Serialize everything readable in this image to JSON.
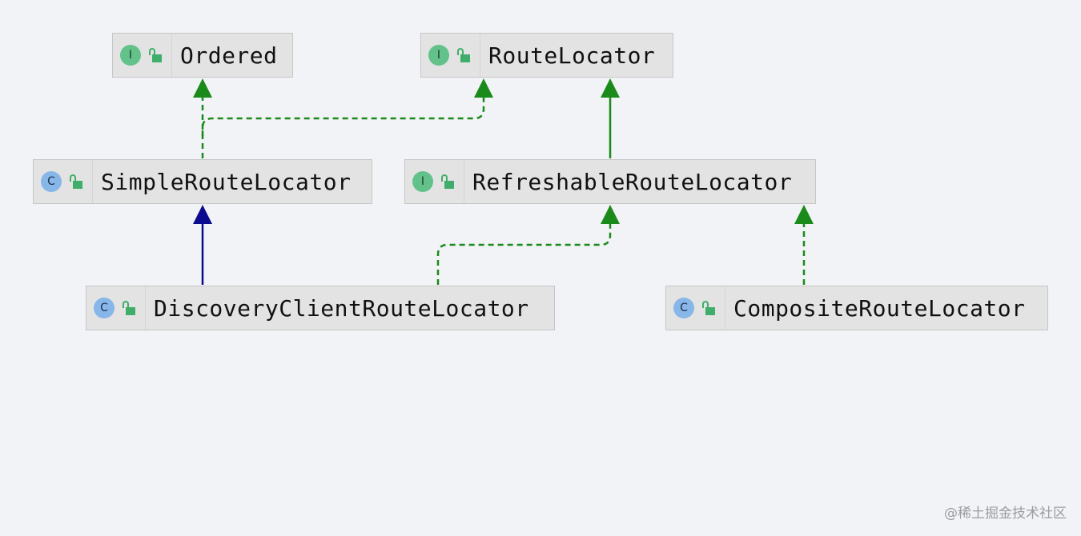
{
  "diagram": {
    "nodes": [
      {
        "id": "ordered",
        "kind": "interface",
        "kind_letter": "I",
        "label": "Ordered"
      },
      {
        "id": "route-locator",
        "kind": "interface",
        "kind_letter": "I",
        "label": "RouteLocator"
      },
      {
        "id": "simple-route-locator",
        "kind": "class",
        "kind_letter": "C",
        "label": "SimpleRouteLocator"
      },
      {
        "id": "refreshable-route-locator",
        "kind": "interface",
        "kind_letter": "I",
        "label": "RefreshableRouteLocator"
      },
      {
        "id": "discovery-client-route-locator",
        "kind": "class",
        "kind_letter": "C",
        "label": "DiscoveryClientRouteLocator"
      },
      {
        "id": "composite-route-locator",
        "kind": "class",
        "kind_letter": "C",
        "label": "CompositeRouteLocator"
      }
    ],
    "edges": [
      {
        "from": "simple-route-locator",
        "to": "ordered",
        "relation": "implements"
      },
      {
        "from": "simple-route-locator",
        "to": "route-locator",
        "relation": "implements"
      },
      {
        "from": "refreshable-route-locator",
        "to": "route-locator",
        "relation": "extends-interface"
      },
      {
        "from": "discovery-client-route-locator",
        "to": "simple-route-locator",
        "relation": "extends-class"
      },
      {
        "from": "discovery-client-route-locator",
        "to": "refreshable-route-locator",
        "relation": "implements"
      },
      {
        "from": "composite-route-locator",
        "to": "refreshable-route-locator",
        "relation": "implements"
      }
    ],
    "colors": {
      "implements": "#1a8a1a",
      "extends-interface": "#1a8a1a",
      "extends-class": "#0b0b8f",
      "interface_icon": "#62c28a",
      "class_icon": "#87b6e8"
    }
  },
  "watermark": "@稀土掘金技术社区"
}
